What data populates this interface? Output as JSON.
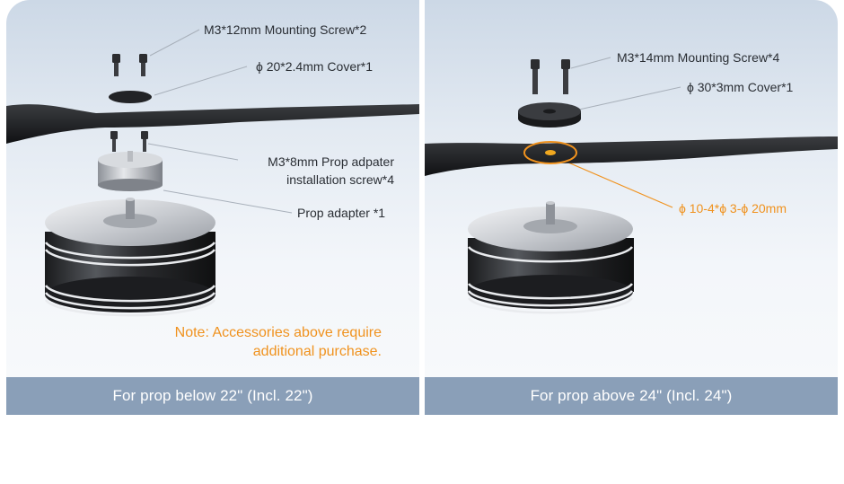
{
  "left_panel": {
    "labels": {
      "mounting_screw": "M3*12mm Mounting Screw*2",
      "cover": "ϕ 20*2.4mm Cover*1",
      "prop_adapter_screw_line1": "M3*8mm Prop adpater",
      "prop_adapter_screw_line2": "installation screw*4",
      "prop_adapter": "Prop adapter *1"
    },
    "note_line1": "Note: Accessories above require",
    "note_line2": "additional purchase.",
    "caption": "For prop below 22\" (Incl. 22\")"
  },
  "right_panel": {
    "labels": {
      "mounting_screw": "M3*14mm Mounting Screw*4",
      "cover": "ϕ 30*3mm Cover*1",
      "hole_spec": "ϕ 10-4*ϕ 3-ϕ 20mm"
    },
    "caption": "For prop above 24\" (Incl. 24\")"
  },
  "colors": {
    "accent_orange": "#f0921e",
    "caption_bar": "#8a9fb8",
    "leader_line": "#a8b0ba"
  }
}
